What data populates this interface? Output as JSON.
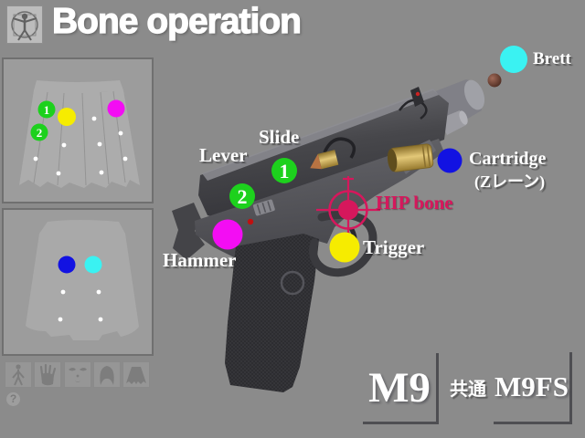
{
  "header": {
    "title": "Bone operation"
  },
  "palette": {
    "green": "#1dd11d",
    "yellow": "#f6ec00",
    "magenta": "#f30df3",
    "blue": "#1212e2",
    "cyan": "#3af2f2",
    "crimson": "#d6175c",
    "red_dot": "#c01010",
    "white": "#ffffff",
    "tag_box": "#98a2ce"
  },
  "markers": {
    "slide_number": "1",
    "lever_number": "2"
  },
  "gun_labels": {
    "brett": "Brett",
    "cartridge_line1": "Cartridge",
    "cartridge_line2": "(Zレーン)",
    "slide": "Slide",
    "lever": "Lever",
    "hip_bone": "HIP bone",
    "trigger": "Trigger",
    "hammer": "Hammer"
  },
  "footer": {
    "m9": "M9",
    "common": "共通",
    "m9fs": "M9FS",
    "box_style": "background-color:#98a2ce",
    "hip_style": "color:#d6175c"
  },
  "sidebar": {
    "help": "?",
    "tools": [
      {
        "name": "body-icon"
      },
      {
        "name": "hand-icon"
      },
      {
        "name": "face-icon"
      },
      {
        "name": "hair-icon"
      },
      {
        "name": "skirt-icon"
      }
    ]
  }
}
